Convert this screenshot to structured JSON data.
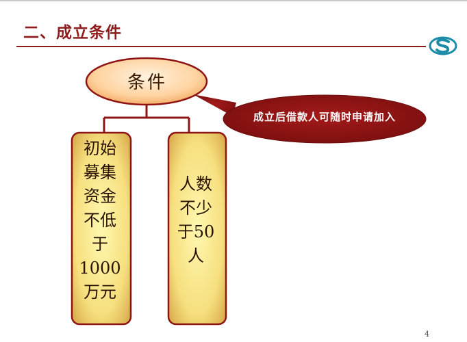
{
  "slide": {
    "title": "二、成立条件",
    "page_number": "4"
  },
  "diagram": {
    "root": "条件",
    "callout": "成立后借款人可随时申请加入",
    "left_lines": [
      "初始",
      "募集",
      "资金",
      "不低",
      "于",
      "1000",
      "万元"
    ],
    "right_lines": [
      "人数",
      "不少",
      "于50",
      "人"
    ]
  },
  "colors": {
    "title": "#8e1c1c",
    "callout_fill": "#8e1414",
    "box_fill_center": "#fff8b0",
    "box_fill_edge": "#cf9a3c",
    "root_fill_center": "#fff2e0",
    "root_fill_edge": "#f0a35c",
    "connector": "#8e1414",
    "logo": "#1b8ca8"
  }
}
